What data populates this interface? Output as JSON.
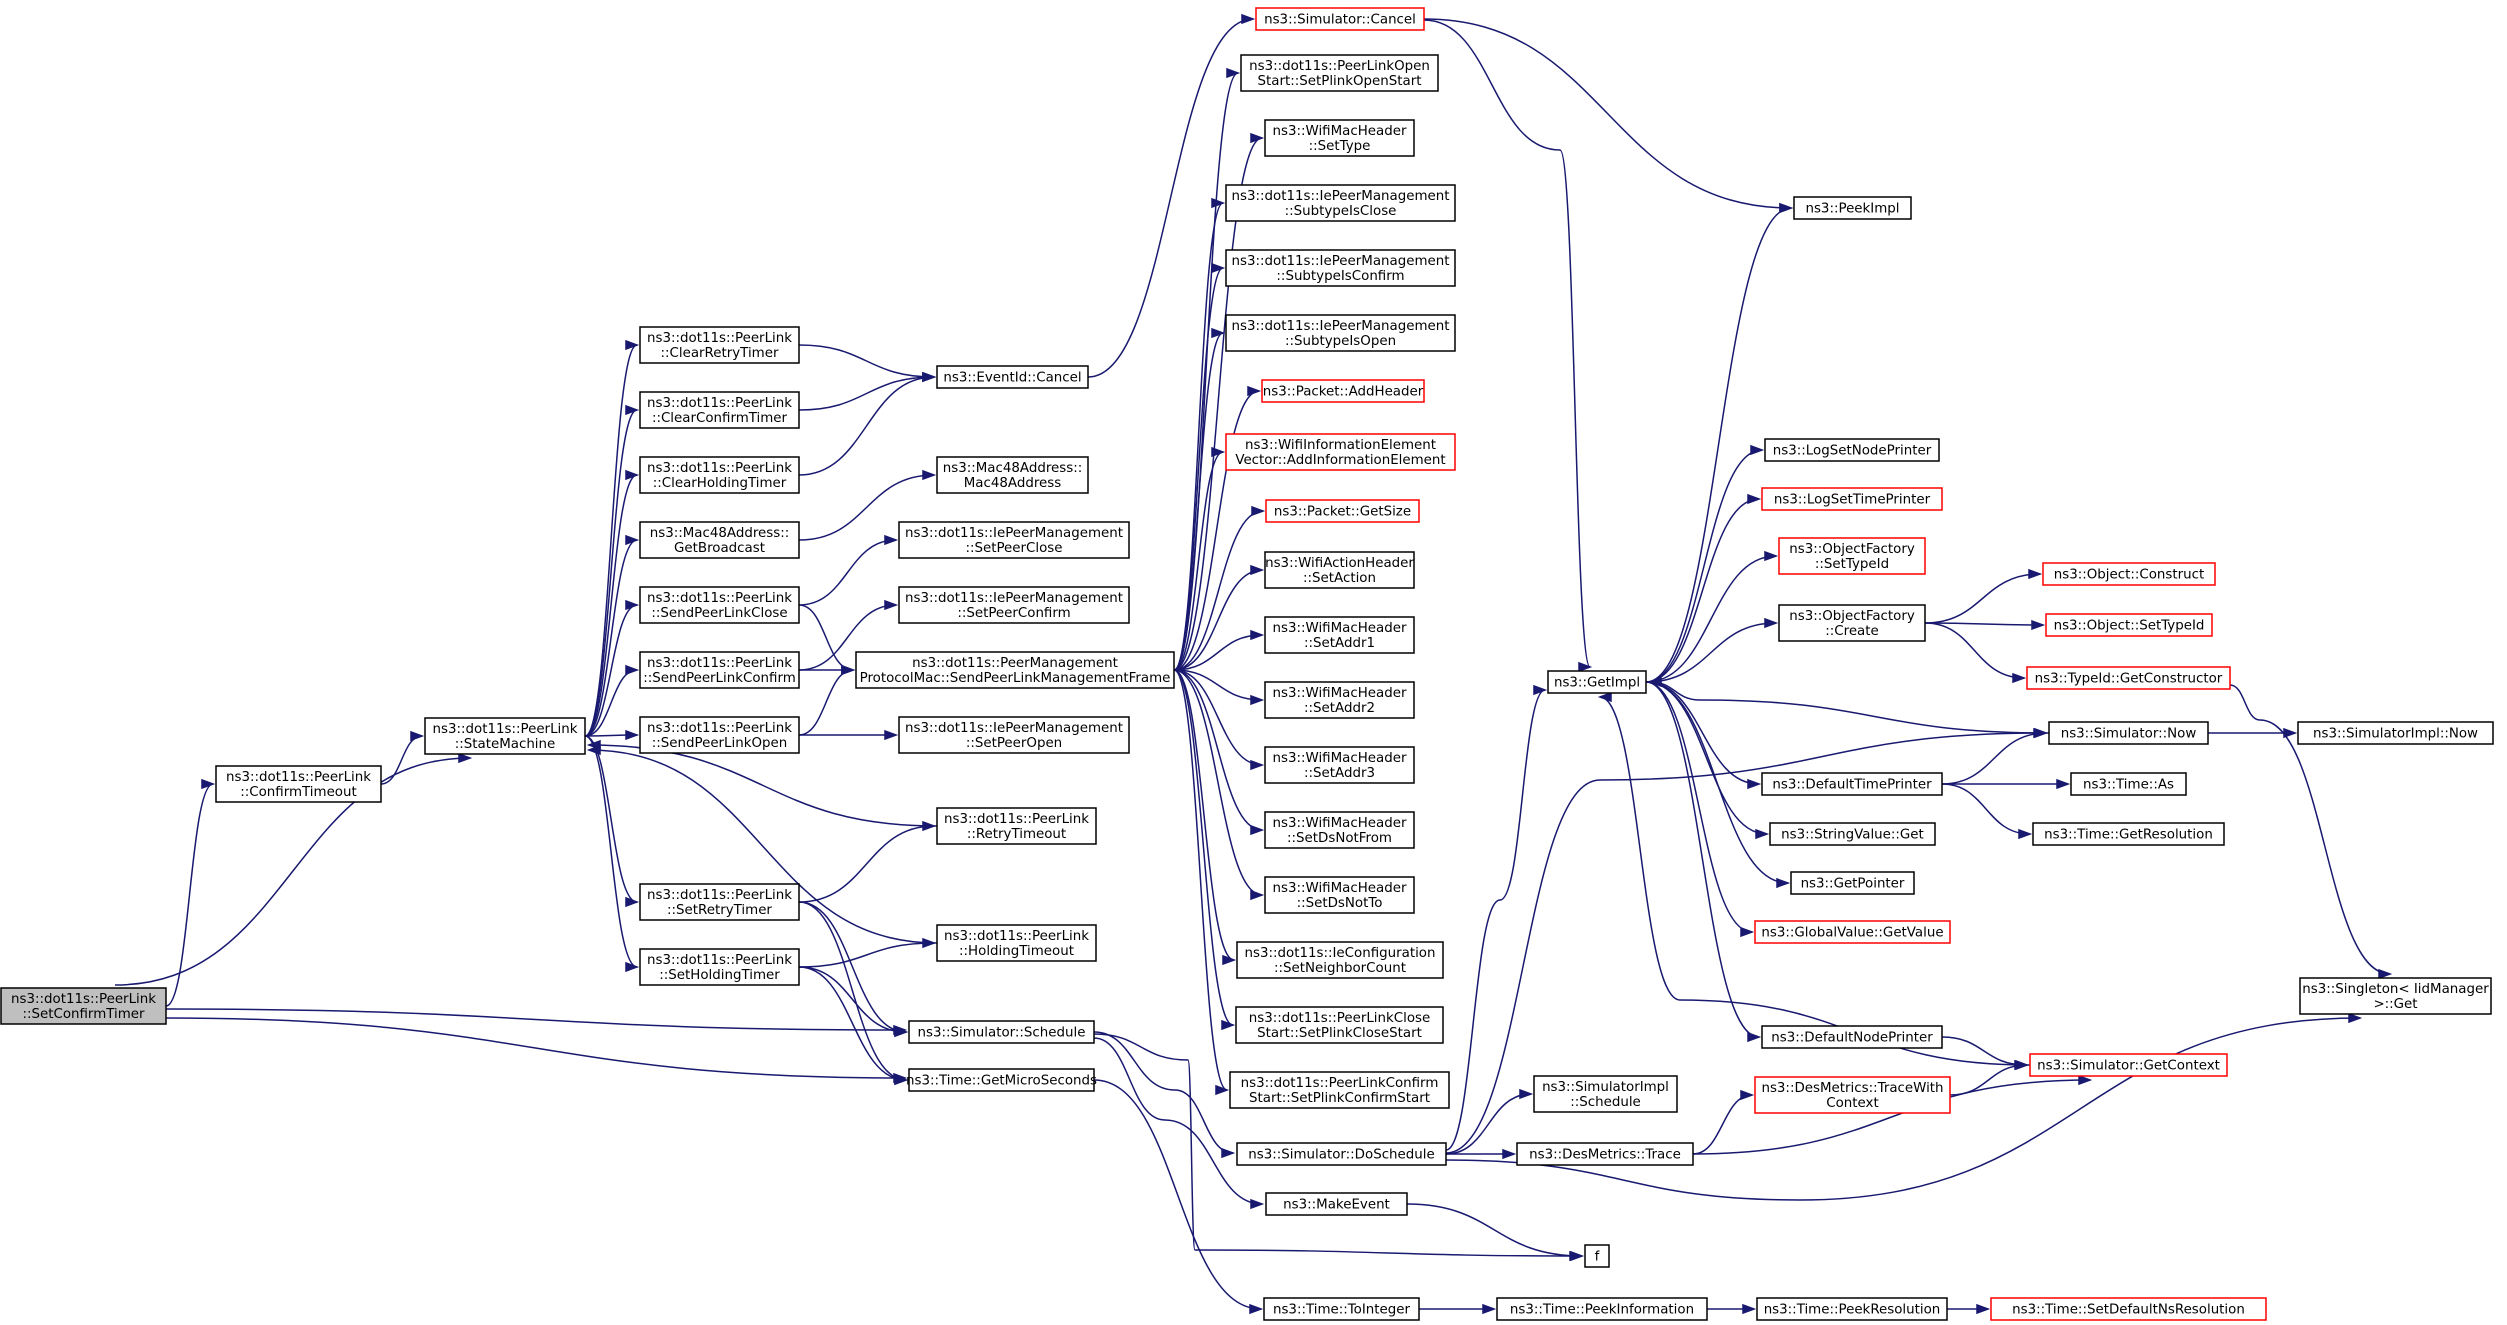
{
  "diagram": {
    "nodes": [
      {
        "id": "root",
        "lines": [
          "ns3::dot11s::PeerLink",
          "::SetConfirmTimer"
        ],
        "kind": "root"
      },
      {
        "id": "confirmTimeout",
        "lines": [
          "ns3::dot11s::PeerLink",
          "::ConfirmTimeout"
        ],
        "kind": "normal"
      },
      {
        "id": "stateMachine",
        "lines": [
          "ns3::dot11s::PeerLink",
          "::StateMachine"
        ],
        "kind": "normal"
      },
      {
        "id": "clearRetryTimer",
        "lines": [
          "ns3::dot11s::PeerLink",
          "::ClearRetryTimer"
        ],
        "kind": "normal"
      },
      {
        "id": "clearConfirmTimer",
        "lines": [
          "ns3::dot11s::PeerLink",
          "::ClearConfirmTimer"
        ],
        "kind": "normal"
      },
      {
        "id": "clearHoldingTimer",
        "lines": [
          "ns3::dot11s::PeerLink",
          "::ClearHoldingTimer"
        ],
        "kind": "normal"
      },
      {
        "id": "getBroadcast",
        "lines": [
          "ns3::Mac48Address::",
          "GetBroadcast"
        ],
        "kind": "normal"
      },
      {
        "id": "sendPeerLinkClose",
        "lines": [
          "ns3::dot11s::PeerLink",
          "::SendPeerLinkClose"
        ],
        "kind": "normal"
      },
      {
        "id": "sendPeerLinkConfirm",
        "lines": [
          "ns3::dot11s::PeerLink",
          "::SendPeerLinkConfirm"
        ],
        "kind": "normal"
      },
      {
        "id": "sendPeerLinkOpen",
        "lines": [
          "ns3::dot11s::PeerLink",
          "::SendPeerLinkOpen"
        ],
        "kind": "normal"
      },
      {
        "id": "setRetryTimer",
        "lines": [
          "ns3::dot11s::PeerLink",
          "::SetRetryTimer"
        ],
        "kind": "normal"
      },
      {
        "id": "setHoldingTimer",
        "lines": [
          "ns3::dot11s::PeerLink",
          "::SetHoldingTimer"
        ],
        "kind": "normal"
      },
      {
        "id": "eventIdCancel",
        "lines": [
          "ns3::EventId::Cancel"
        ],
        "kind": "normal"
      },
      {
        "id": "mac48Address",
        "lines": [
          "ns3::Mac48Address::",
          "Mac48Address"
        ],
        "kind": "normal"
      },
      {
        "id": "setPeerClose",
        "lines": [
          "ns3::dot11s::IePeerManagement",
          "::SetPeerClose"
        ],
        "kind": "normal"
      },
      {
        "id": "setPeerConfirm",
        "lines": [
          "ns3::dot11s::IePeerManagement",
          "::SetPeerConfirm"
        ],
        "kind": "normal"
      },
      {
        "id": "sendMgmtFrame",
        "lines": [
          "ns3::dot11s::PeerManagement",
          "ProtocolMac::SendPeerLinkManagementFrame"
        ],
        "kind": "normal"
      },
      {
        "id": "setPeerOpen",
        "lines": [
          "ns3::dot11s::IePeerManagement",
          "::SetPeerOpen"
        ],
        "kind": "normal"
      },
      {
        "id": "retryTimeout",
        "lines": [
          "ns3::dot11s::PeerLink",
          "::RetryTimeout"
        ],
        "kind": "normal"
      },
      {
        "id": "holdingTimeout",
        "lines": [
          "ns3::dot11s::PeerLink",
          "::HoldingTimeout"
        ],
        "kind": "normal"
      },
      {
        "id": "simSchedule",
        "lines": [
          "ns3::Simulator::Schedule"
        ],
        "kind": "normal"
      },
      {
        "id": "getMicroSeconds",
        "lines": [
          "ns3::Time::GetMicroSeconds"
        ],
        "kind": "normal"
      },
      {
        "id": "simCancel",
        "lines": [
          "ns3::Simulator::Cancel"
        ],
        "kind": "truncated"
      },
      {
        "id": "setPlinkOpenStart",
        "lines": [
          "ns3::dot11s::PeerLinkOpen",
          "Start::SetPlinkOpenStart"
        ],
        "kind": "normal"
      },
      {
        "id": "setType",
        "lines": [
          "ns3::WifiMacHeader",
          "::SetType"
        ],
        "kind": "normal"
      },
      {
        "id": "subtypeIsClose",
        "lines": [
          "ns3::dot11s::IePeerManagement",
          "::SubtypeIsClose"
        ],
        "kind": "normal"
      },
      {
        "id": "subtypeIsConfirm",
        "lines": [
          "ns3::dot11s::IePeerManagement",
          "::SubtypeIsConfirm"
        ],
        "kind": "normal"
      },
      {
        "id": "subtypeIsOpen",
        "lines": [
          "ns3::dot11s::IePeerManagement",
          "::SubtypeIsOpen"
        ],
        "kind": "normal"
      },
      {
        "id": "addHeader",
        "lines": [
          "ns3::Packet::AddHeader"
        ],
        "kind": "truncated"
      },
      {
        "id": "addInfoElement",
        "lines": [
          "ns3::WifiInformationElement",
          "Vector::AddInformationElement"
        ],
        "kind": "truncated"
      },
      {
        "id": "getSize",
        "lines": [
          "ns3::Packet::GetSize"
        ],
        "kind": "truncated"
      },
      {
        "id": "setAction",
        "lines": [
          "ns3::WifiActionHeader",
          "::SetAction"
        ],
        "kind": "normal"
      },
      {
        "id": "setAddr1",
        "lines": [
          "ns3::WifiMacHeader",
          "::SetAddr1"
        ],
        "kind": "normal"
      },
      {
        "id": "setAddr2",
        "lines": [
          "ns3::WifiMacHeader",
          "::SetAddr2"
        ],
        "kind": "normal"
      },
      {
        "id": "setAddr3",
        "lines": [
          "ns3::WifiMacHeader",
          "::SetAddr3"
        ],
        "kind": "normal"
      },
      {
        "id": "setDsNotFrom",
        "lines": [
          "ns3::WifiMacHeader",
          "::SetDsNotFrom"
        ],
        "kind": "normal"
      },
      {
        "id": "setDsNotTo",
        "lines": [
          "ns3::WifiMacHeader",
          "::SetDsNotTo"
        ],
        "kind": "normal"
      },
      {
        "id": "setNeighborCount",
        "lines": [
          "ns3::dot11s::IeConfiguration",
          "::SetNeighborCount"
        ],
        "kind": "normal"
      },
      {
        "id": "setPlinkCloseStart",
        "lines": [
          "ns3::dot11s::PeerLinkClose",
          "Start::SetPlinkCloseStart"
        ],
        "kind": "normal"
      },
      {
        "id": "setPlinkConfirmStart",
        "lines": [
          "ns3::dot11s::PeerLinkConfirm",
          "Start::SetPlinkConfirmStart"
        ],
        "kind": "normal"
      },
      {
        "id": "simDoSchedule",
        "lines": [
          "ns3::Simulator::DoSchedule"
        ],
        "kind": "normal"
      },
      {
        "id": "makeEvent",
        "lines": [
          "ns3::MakeEvent"
        ],
        "kind": "normal"
      },
      {
        "id": "timeToInteger",
        "lines": [
          "ns3::Time::ToInteger"
        ],
        "kind": "normal"
      },
      {
        "id": "f",
        "lines": [
          "f"
        ],
        "kind": "normal"
      },
      {
        "id": "getImpl",
        "lines": [
          "ns3::GetImpl"
        ],
        "kind": "normal"
      },
      {
        "id": "simImplSchedule",
        "lines": [
          "ns3::SimulatorImpl",
          "::Schedule"
        ],
        "kind": "normal"
      },
      {
        "id": "desMetricsTrace",
        "lines": [
          "ns3::DesMetrics::Trace"
        ],
        "kind": "normal"
      },
      {
        "id": "timePeekInformation",
        "lines": [
          "ns3::Time::PeekInformation"
        ],
        "kind": "normal"
      },
      {
        "id": "peekImpl",
        "lines": [
          "ns3::PeekImpl"
        ],
        "kind": "normal"
      },
      {
        "id": "logSetNodePrinter",
        "lines": [
          "ns3::LogSetNodePrinter"
        ],
        "kind": "normal"
      },
      {
        "id": "logSetTimePrinter",
        "lines": [
          "ns3::LogSetTimePrinter"
        ],
        "kind": "truncated"
      },
      {
        "id": "ofSetTypeId",
        "lines": [
          "ns3::ObjectFactory",
          "::SetTypeId"
        ],
        "kind": "truncated"
      },
      {
        "id": "ofCreate",
        "lines": [
          "ns3::ObjectFactory",
          "::Create"
        ],
        "kind": "normal"
      },
      {
        "id": "defaultTimePrinter",
        "lines": [
          "ns3::DefaultTimePrinter"
        ],
        "kind": "normal"
      },
      {
        "id": "stringValueGet",
        "lines": [
          "ns3::StringValue::Get"
        ],
        "kind": "normal"
      },
      {
        "id": "getPointer",
        "lines": [
          "ns3::GetPointer"
        ],
        "kind": "normal"
      },
      {
        "id": "globalValueGetValue",
        "lines": [
          "ns3::GlobalValue::GetValue"
        ],
        "kind": "truncated"
      },
      {
        "id": "defaultNodePrinter",
        "lines": [
          "ns3::DefaultNodePrinter"
        ],
        "kind": "normal"
      },
      {
        "id": "desMetricsTraceWithContext",
        "lines": [
          "ns3::DesMetrics::TraceWith",
          "Context"
        ],
        "kind": "truncated"
      },
      {
        "id": "timePeekResolution",
        "lines": [
          "ns3::Time::PeekResolution"
        ],
        "kind": "normal"
      },
      {
        "id": "objectConstruct",
        "lines": [
          "ns3::Object::Construct"
        ],
        "kind": "truncated"
      },
      {
        "id": "objectSetTypeId",
        "lines": [
          "ns3::Object::SetTypeId"
        ],
        "kind": "truncated"
      },
      {
        "id": "typeIdGetConstructor",
        "lines": [
          "ns3::TypeId::GetConstructor"
        ],
        "kind": "truncated"
      },
      {
        "id": "simNow",
        "lines": [
          "ns3::Simulator::Now"
        ],
        "kind": "normal"
      },
      {
        "id": "timeAs",
        "lines": [
          "ns3::Time::As"
        ],
        "kind": "normal"
      },
      {
        "id": "timeGetResolution",
        "lines": [
          "ns3::Time::GetResolution"
        ],
        "kind": "normal"
      },
      {
        "id": "simGetContext",
        "lines": [
          "ns3::Simulator::GetContext"
        ],
        "kind": "truncated"
      },
      {
        "id": "setDefaultNsResolution",
        "lines": [
          "ns3::Time::SetDefaultNsResolution"
        ],
        "kind": "truncated"
      },
      {
        "id": "simImplNow",
        "lines": [
          "ns3::SimulatorImpl::Now"
        ],
        "kind": "normal"
      },
      {
        "id": "singletonGet",
        "lines": [
          "ns3::Singleton< IidManager",
          ">::Get"
        ],
        "kind": "normal"
      }
    ],
    "edges": [
      [
        "root",
        "confirmTimeout"
      ],
      [
        "root",
        "stateMachine"
      ],
      [
        "root",
        "simSchedule"
      ],
      [
        "root",
        "getMicroSeconds"
      ],
      [
        "confirmTimeout",
        "stateMachine"
      ],
      [
        "stateMachine",
        "clearRetryTimer"
      ],
      [
        "stateMachine",
        "clearConfirmTimer"
      ],
      [
        "stateMachine",
        "clearHoldingTimer"
      ],
      [
        "stateMachine",
        "getBroadcast"
      ],
      [
        "stateMachine",
        "sendPeerLinkClose"
      ],
      [
        "stateMachine",
        "sendPeerLinkConfirm"
      ],
      [
        "stateMachine",
        "sendPeerLinkOpen"
      ],
      [
        "stateMachine",
        "setRetryTimer"
      ],
      [
        "stateMachine",
        "setHoldingTimer"
      ],
      [
        "clearRetryTimer",
        "eventIdCancel"
      ],
      [
        "clearConfirmTimer",
        "eventIdCancel"
      ],
      [
        "clearHoldingTimer",
        "eventIdCancel"
      ],
      [
        "getBroadcast",
        "mac48Address"
      ],
      [
        "sendPeerLinkClose",
        "setPeerClose"
      ],
      [
        "sendPeerLinkClose",
        "sendMgmtFrame"
      ],
      [
        "sendPeerLinkConfirm",
        "setPeerConfirm"
      ],
      [
        "sendPeerLinkConfirm",
        "sendMgmtFrame"
      ],
      [
        "sendPeerLinkOpen",
        "sendMgmtFrame"
      ],
      [
        "sendPeerLinkOpen",
        "setPeerOpen"
      ],
      [
        "setRetryTimer",
        "retryTimeout"
      ],
      [
        "setRetryTimer",
        "simSchedule"
      ],
      [
        "setRetryTimer",
        "getMicroSeconds"
      ],
      [
        "setHoldingTimer",
        "holdingTimeout"
      ],
      [
        "setHoldingTimer",
        "simSchedule"
      ],
      [
        "setHoldingTimer",
        "getMicroSeconds"
      ],
      [
        "retryTimeout",
        "stateMachine"
      ],
      [
        "holdingTimeout",
        "stateMachine"
      ],
      [
        "eventIdCancel",
        "simCancel"
      ],
      [
        "sendMgmtFrame",
        "setPlinkOpenStart"
      ],
      [
        "sendMgmtFrame",
        "setType"
      ],
      [
        "sendMgmtFrame",
        "subtypeIsClose"
      ],
      [
        "sendMgmtFrame",
        "subtypeIsConfirm"
      ],
      [
        "sendMgmtFrame",
        "subtypeIsOpen"
      ],
      [
        "sendMgmtFrame",
        "addHeader"
      ],
      [
        "sendMgmtFrame",
        "addInfoElement"
      ],
      [
        "sendMgmtFrame",
        "getSize"
      ],
      [
        "sendMgmtFrame",
        "setAction"
      ],
      [
        "sendMgmtFrame",
        "setAddr1"
      ],
      [
        "sendMgmtFrame",
        "setAddr2"
      ],
      [
        "sendMgmtFrame",
        "setAddr3"
      ],
      [
        "sendMgmtFrame",
        "setDsNotFrom"
      ],
      [
        "sendMgmtFrame",
        "setDsNotTo"
      ],
      [
        "sendMgmtFrame",
        "setNeighborCount"
      ],
      [
        "sendMgmtFrame",
        "setPlinkCloseStart"
      ],
      [
        "sendMgmtFrame",
        "setPlinkConfirmStart"
      ],
      [
        "simSchedule",
        "simDoSchedule"
      ],
      [
        "simSchedule",
        "makeEvent"
      ],
      [
        "simSchedule",
        "f"
      ],
      [
        "getMicroSeconds",
        "timeToInteger"
      ],
      [
        "simCancel",
        "peekImpl"
      ],
      [
        "simCancel",
        "getImpl"
      ],
      [
        "simDoSchedule",
        "getImpl"
      ],
      [
        "simDoSchedule",
        "simImplSchedule"
      ],
      [
        "simDoSchedule",
        "desMetricsTrace"
      ],
      [
        "simDoSchedule",
        "simNow"
      ],
      [
        "simDoSchedule",
        "singletonGet"
      ],
      [
        "makeEvent",
        "f"
      ],
      [
        "timeToInteger",
        "timePeekInformation"
      ],
      [
        "timePeekInformation",
        "timePeekResolution"
      ],
      [
        "timePeekResolution",
        "setDefaultNsResolution"
      ],
      [
        "desMetricsTrace",
        "desMetricsTraceWithContext"
      ],
      [
        "desMetricsTrace",
        "simGetContext"
      ],
      [
        "desMetricsTraceWithContext",
        "simGetContext"
      ],
      [
        "getImpl",
        "peekImpl"
      ],
      [
        "getImpl",
        "logSetNodePrinter"
      ],
      [
        "getImpl",
        "logSetTimePrinter"
      ],
      [
        "getImpl",
        "ofSetTypeId"
      ],
      [
        "getImpl",
        "ofCreate"
      ],
      [
        "getImpl",
        "defaultTimePrinter"
      ],
      [
        "getImpl",
        "stringValueGet"
      ],
      [
        "getImpl",
        "getPointer"
      ],
      [
        "getImpl",
        "globalValueGetValue"
      ],
      [
        "getImpl",
        "defaultNodePrinter"
      ],
      [
        "ofCreate",
        "objectConstruct"
      ],
      [
        "ofCreate",
        "objectSetTypeId"
      ],
      [
        "ofCreate",
        "typeIdGetConstructor"
      ],
      [
        "defaultTimePrinter",
        "simNow"
      ],
      [
        "defaultTimePrinter",
        "timeAs"
      ],
      [
        "defaultTimePrinter",
        "timeGetResolution"
      ],
      [
        "defaultNodePrinter",
        "simGetContext"
      ],
      [
        "simNow",
        "getImpl"
      ],
      [
        "simNow",
        "simImplNow"
      ],
      [
        "simGetContext",
        "getImpl"
      ],
      [
        "typeIdGetConstructor",
        "singletonGet"
      ]
    ]
  }
}
